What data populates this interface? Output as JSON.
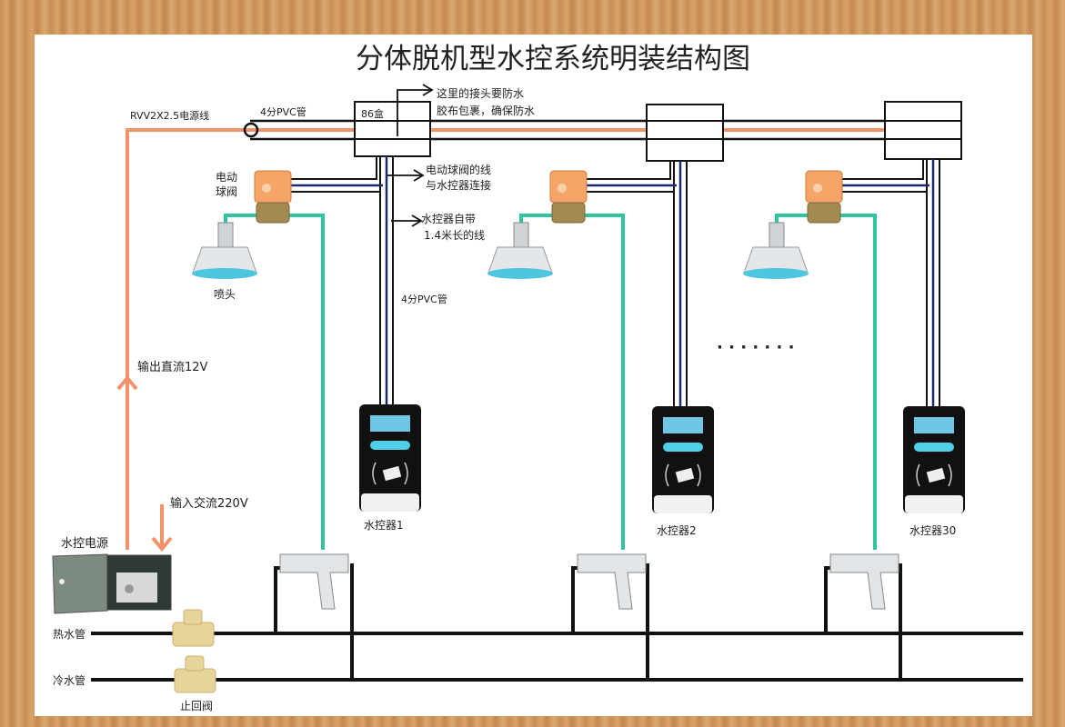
{
  "title": "分体脱机型水控系统明装结构图",
  "labels": {
    "power_cable": "RVV2X2.5电源线",
    "pvc_pipe_top": "4分PVC管",
    "junction_box": "86盒",
    "waterproof_note_1": "这里的接头要防水",
    "waterproof_note_2": "胶布包裹，确保防水",
    "valve_wire_note_1": "电动球阀的线",
    "valve_wire_note_2": "与水控器连接",
    "controller_wire_note_1": "水控器自带",
    "controller_wire_note_2": "1.4米长的线",
    "pvc_pipe_vertical": "4分PVC管",
    "electric_valve_1": "电动",
    "electric_valve_2": "球阀",
    "shower_head": "喷头",
    "dc_output": "输出直流12V",
    "ac_input": "输入交流220V",
    "power_supply": "水控电源",
    "hot_pipe": "热水管",
    "cold_pipe": "冷水管",
    "check_valve": "止回阀",
    "ellipsis": "· · · · · · ·"
  },
  "controllers": [
    {
      "label": "水控器1"
    },
    {
      "label": "水控器2"
    },
    {
      "label": "水控器30"
    }
  ],
  "colors": {
    "power_line": "#f0936a",
    "water_pipe": "#2ec4a0",
    "signal_wire": "#1a2a6c",
    "main_pipe": "#111111"
  }
}
